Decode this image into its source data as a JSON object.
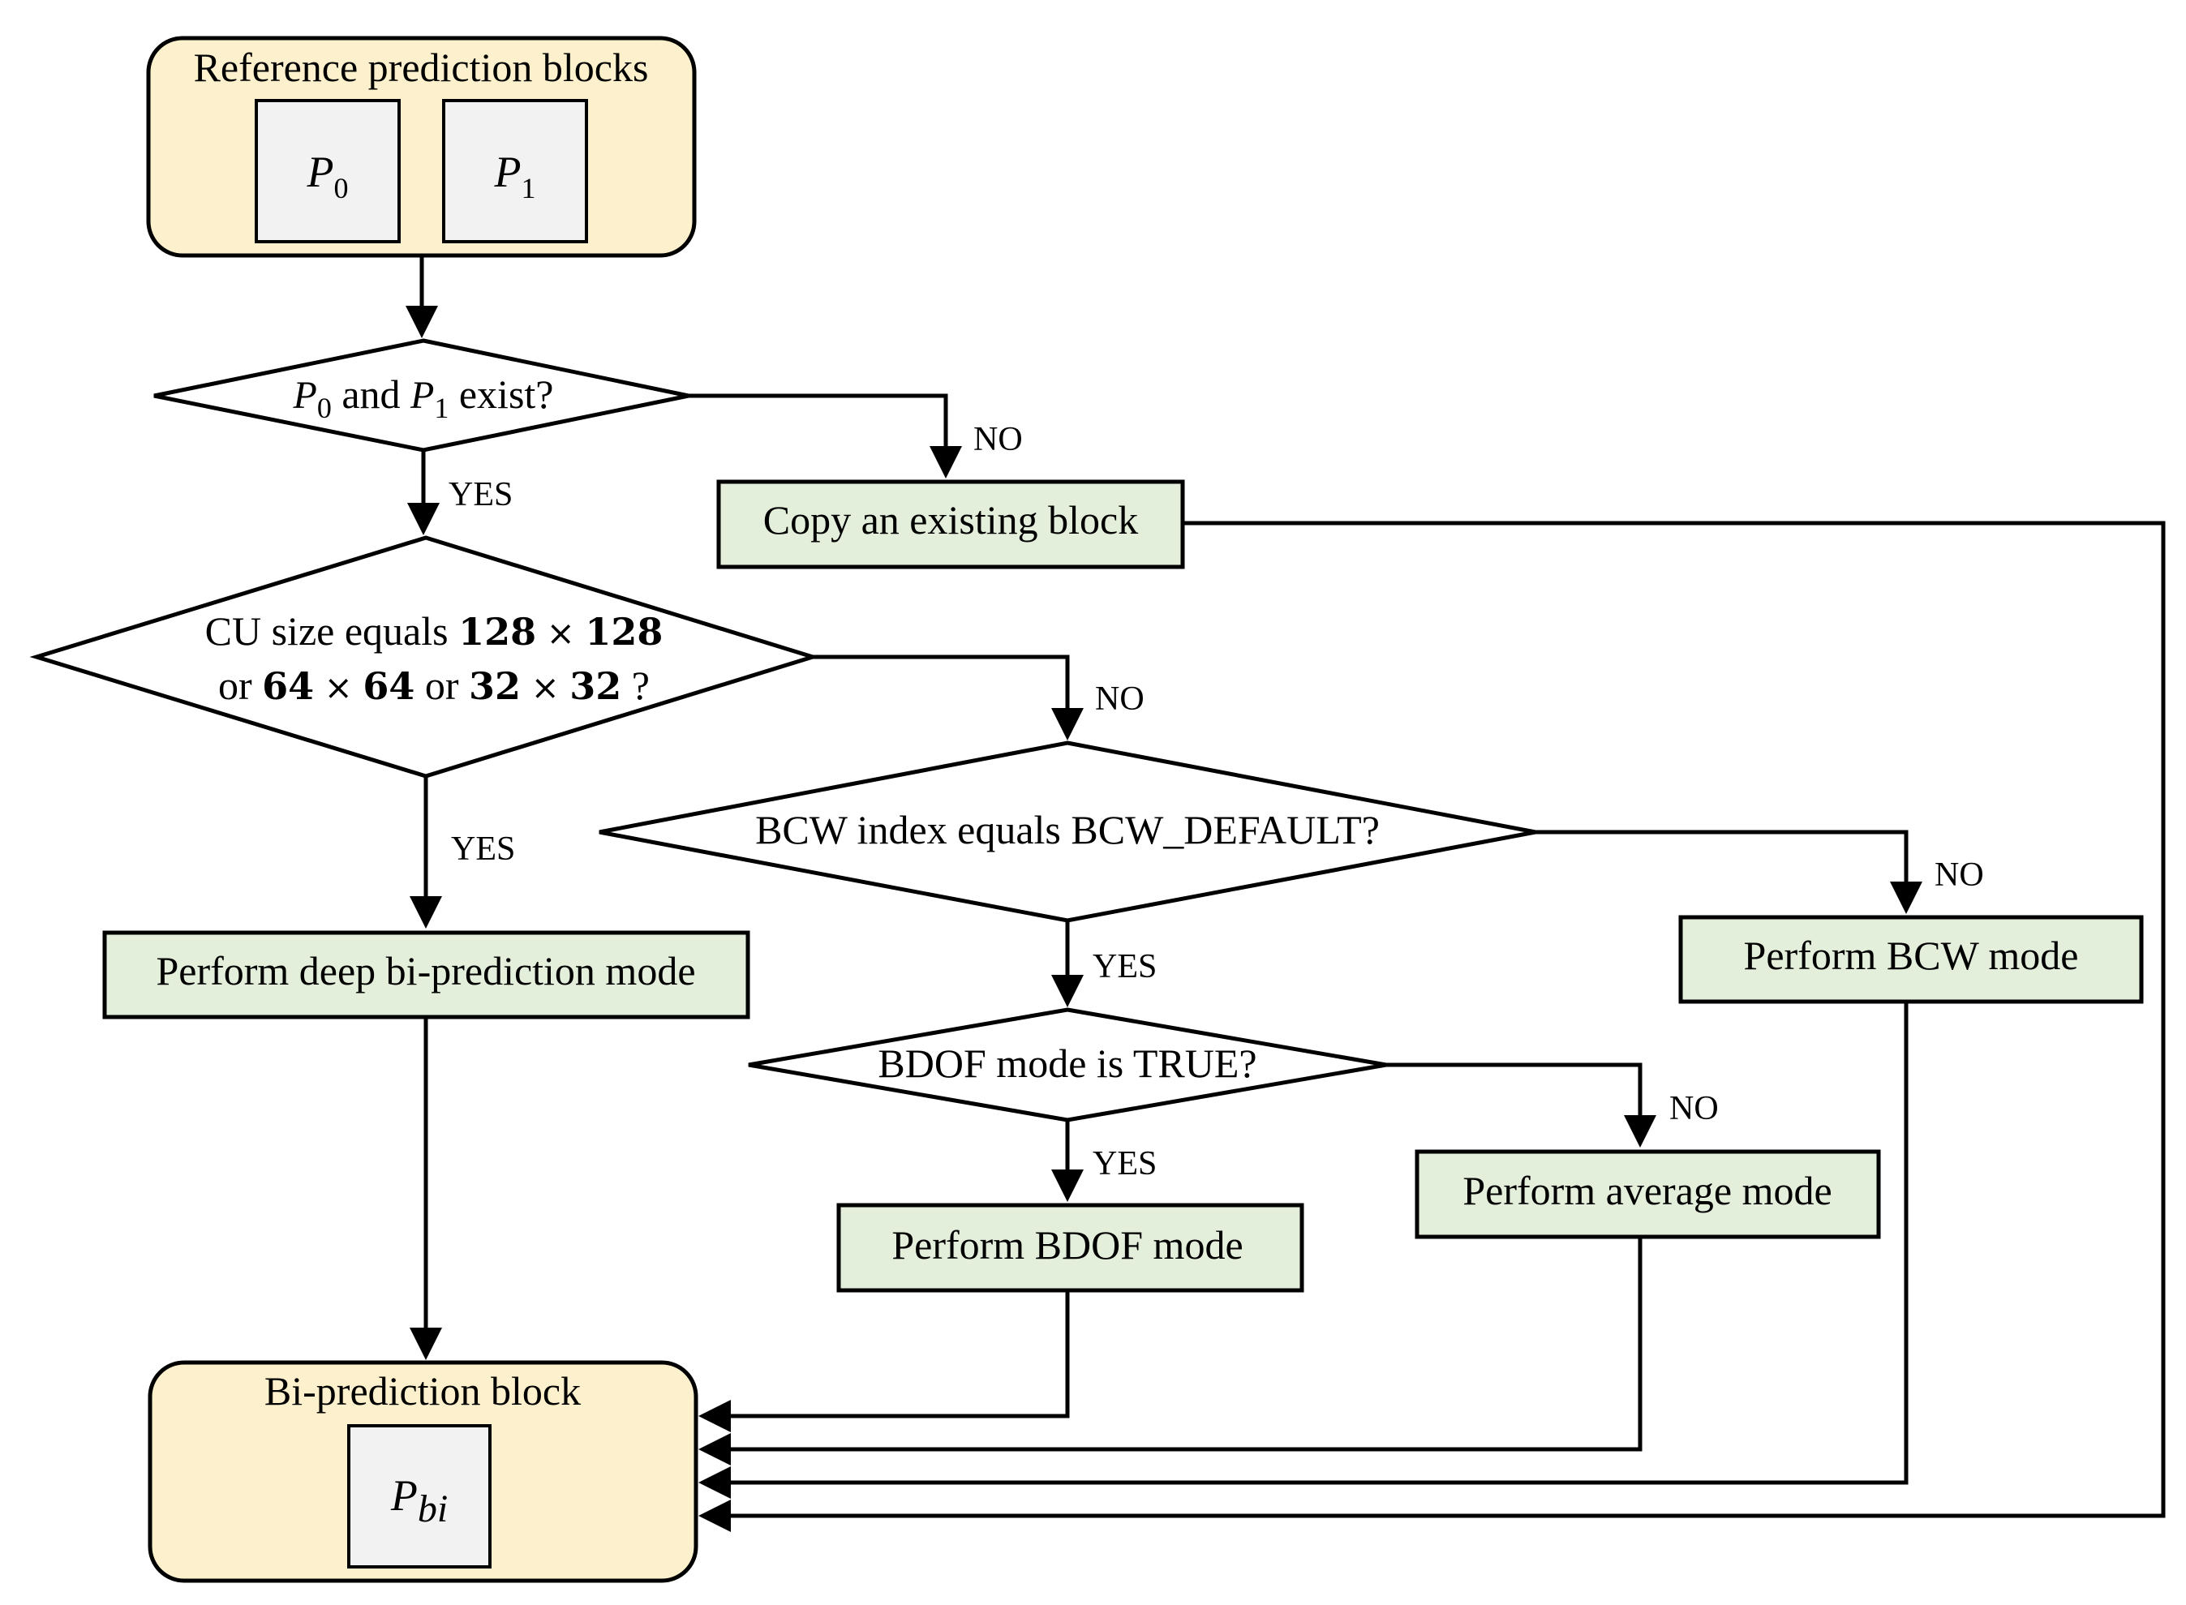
{
  "reference": {
    "title": "Reference prediction blocks",
    "p0": {
      "var": "P",
      "sub": "0"
    },
    "p1": {
      "var": "P",
      "sub": "1"
    }
  },
  "exist_check": {
    "var_a": "P",
    "sub_a": "0",
    "mid": "and",
    "var_b": "P",
    "sub_b": "1",
    "tail": "exist?"
  },
  "copy_block": "Copy an existing block",
  "cu_size": {
    "l1_prefix": "CU size equals",
    "n128a": "128",
    "times": "×",
    "n128b": "128",
    "or1": "or",
    "n64a": "64",
    "n64b": "64",
    "or2": "or",
    "n32a": "32",
    "n32b": "32",
    "q": "?"
  },
  "bcw_check": "BCW index equals BCW_DEFAULT?",
  "bdof_check": "BDOF mode is TRUE?",
  "deep_mode": "Perform deep bi-prediction mode",
  "bcw_mode": "Perform BCW mode",
  "average_mode": "Perform average mode",
  "bdof_mode": "Perform BDOF mode",
  "output": {
    "title": "Bi-prediction block",
    "var": "P",
    "sub": "bi"
  },
  "labels": {
    "yes": "YES",
    "no": "NO"
  },
  "colors": {
    "start_end_fill": "#fdf0cc",
    "process_fill": "#e3efdb",
    "inner_block_fill": "#f2f2f2",
    "stroke": "#000000"
  }
}
